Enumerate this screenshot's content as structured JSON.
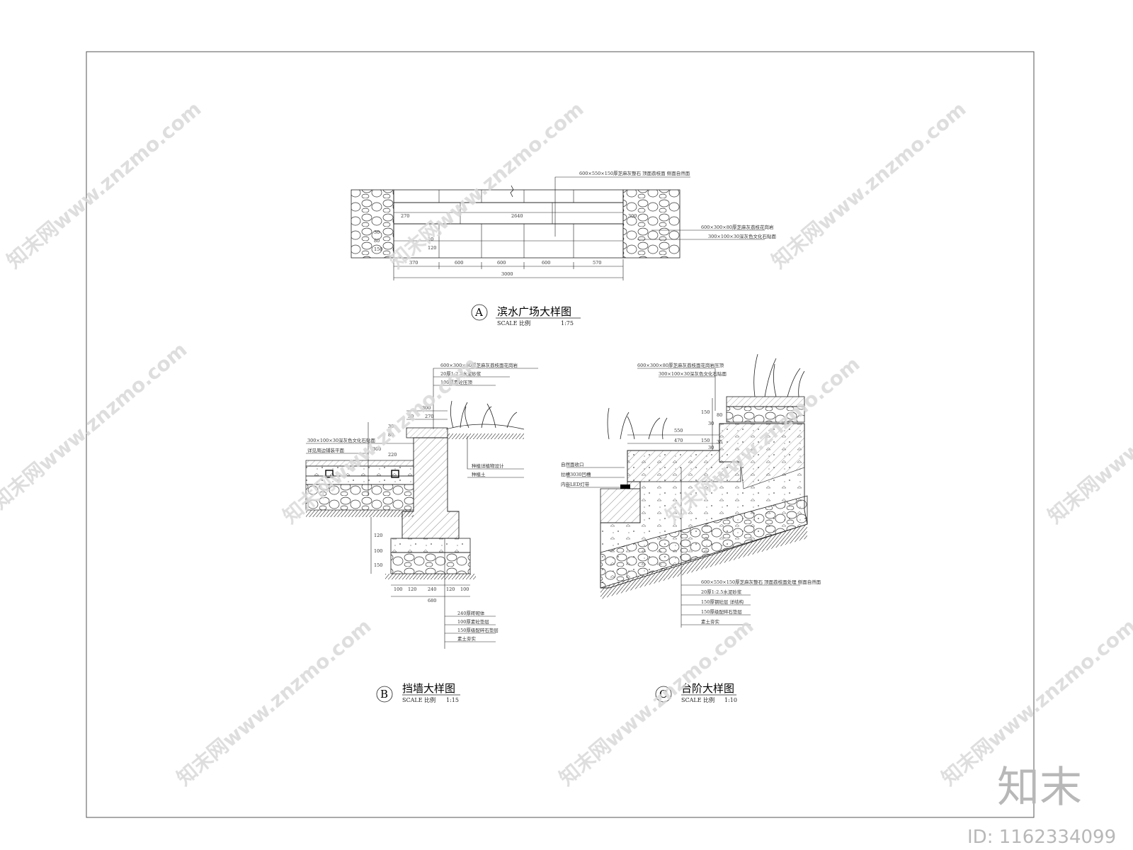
{
  "watermark": {
    "text": "知末网www.znzmo.com",
    "logo": "知末",
    "id": "ID: 1162334099"
  },
  "detail_a": {
    "marker": "A",
    "title": "滨水广场大样图",
    "scale_label": "SCALE  比例",
    "scale_value": "1:75",
    "notes": [
      "600×550×150厚芝麻灰整石 顶面荔枝面 侧面自然面",
      "600×300×80厚芝麻灰荔枝花岗岩",
      "300×100×30深灰色文化石贴面"
    ],
    "dims_bottom": [
      "370",
      "600",
      "600",
      "600",
      "570"
    ],
    "dim_total": "3000",
    "dims_mid": [
      "270",
      "2640",
      "300"
    ],
    "dims_left": [
      "30",
      "80",
      "150"
    ],
    "dim_inner": [
      "20",
      "120"
    ]
  },
  "detail_b": {
    "marker": "B",
    "title": "挡墙大样图",
    "scale_label": "SCALE  比例",
    "scale_value": "1:15",
    "notes_top": [
      "600×300×80厚芝麻灰荔枝面花岗岩",
      "20厚1:2.5水泥砂浆",
      "100厚素砼压顶"
    ],
    "notes_left": [
      "300×100×30深灰色文化石贴面",
      "详见周边铺装平面"
    ],
    "notes_right": [
      "种植详植物设计",
      "种植土"
    ],
    "notes_bottom": [
      "240厚砖砌体",
      "100厚素砼垫层",
      "150厚级配碎石垫层",
      "素土夯实"
    ],
    "dims_top": [
      "300",
      "270",
      "30"
    ],
    "dims_left": [
      "30",
      "80",
      "220",
      "300"
    ],
    "dims_lower": [
      "120",
      "100",
      "150"
    ],
    "dims_bottom": [
      "100",
      "120",
      "240",
      "120",
      "100"
    ],
    "dim_total": "680"
  },
  "detail_c": {
    "marker": "C",
    "title": "台阶大样图",
    "scale_label": "SCALE  比例",
    "scale_value": "1:10",
    "notes_top": [
      "600×300×80厚芝麻灰荔枝面花岗岩压顶",
      "300×100×30深灰色文化石贴面"
    ],
    "notes_left": [
      "自然面收口",
      "拉槽3030凹槽",
      "内嵌LED灯带"
    ],
    "notes_bottom": [
      "600×550×150厚芝麻灰整石  顶面荔枝面处理  侧面自然面",
      "20厚1:2.5水泥砂浆",
      "150厚钢砼层  详结构",
      "150厚级配碎石垫层",
      "素土夯实"
    ],
    "dims_top": [
      "550",
      "470"
    ],
    "dims_side": [
      "150",
      "30",
      "80",
      "150",
      "30",
      "35"
    ]
  }
}
